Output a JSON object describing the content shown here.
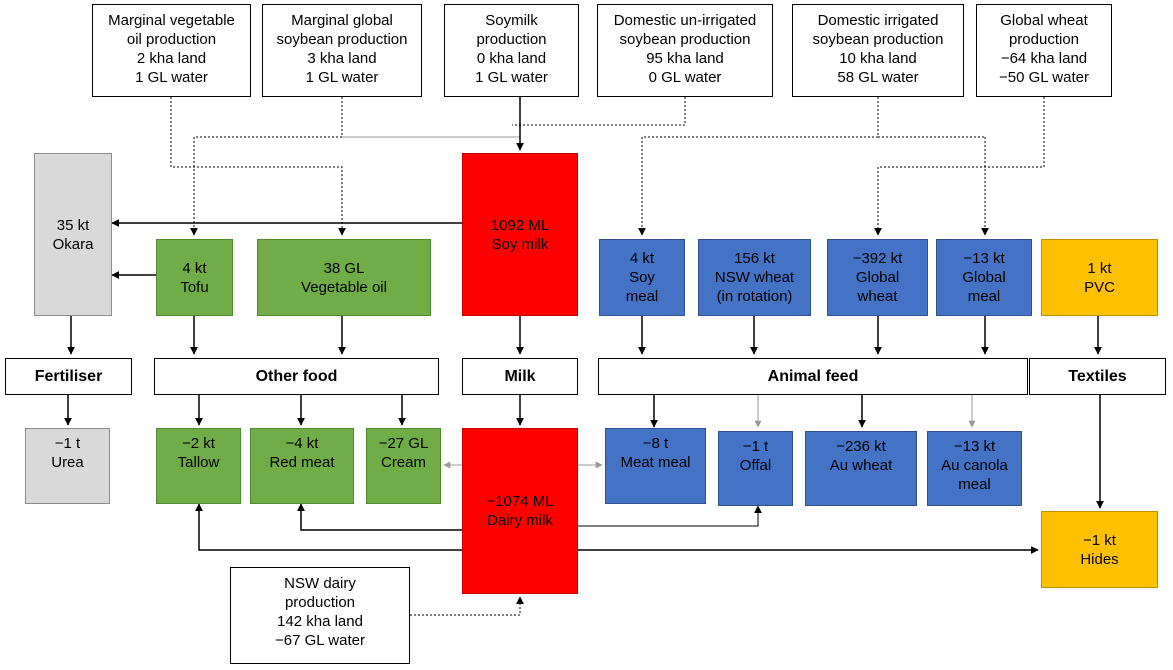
{
  "sources": {
    "marginal_veg_oil": {
      "lines": [
        "Marginal vegetable",
        "oil production",
        "2 kha land",
        "1 GL water"
      ]
    },
    "marginal_soybean": {
      "lines": [
        "Marginal global",
        "soybean production",
        "3 kha land",
        "1 GL water"
      ]
    },
    "soymilk": {
      "lines": [
        "Soymilk",
        "production",
        "0 kha land",
        "1 GL water"
      ]
    },
    "domestic_unirrigated": {
      "lines": [
        "Domestic un-irrigated",
        "soybean production",
        "95 kha land",
        "0 GL water"
      ]
    },
    "domestic_irrigated": {
      "lines": [
        "Domestic irrigated",
        "soybean production",
        "10 kha land",
        "58 GL water"
      ]
    },
    "global_wheat": {
      "lines": [
        "Global wheat",
        "production",
        "−64 kha land",
        "−50 GL water"
      ]
    },
    "nsw_dairy": {
      "lines": [
        "NSW dairy",
        "production",
        "142 kha land",
        "−67 GL water"
      ]
    }
  },
  "products": {
    "okara": {
      "lines": [
        "35 kt",
        "Okara"
      ]
    },
    "tofu": {
      "lines": [
        "4 kt",
        "Tofu"
      ]
    },
    "veg_oil": {
      "lines": [
        "38 GL",
        "Vegetable oil"
      ]
    },
    "soy_milk": {
      "lines": [
        "1092 ML",
        "Soy milk"
      ]
    },
    "soy_meal": {
      "lines": [
        "4 kt",
        "Soy",
        "meal"
      ]
    },
    "nsw_wheat": {
      "lines": [
        "156 kt",
        "NSW wheat",
        "(in rotation)"
      ]
    },
    "global_wheat_feed": {
      "lines": [
        "−392 kt",
        "Global",
        "wheat"
      ]
    },
    "global_meal": {
      "lines": [
        "−13 kt",
        "Global",
        "meal"
      ]
    },
    "pvc": {
      "lines": [
        "1 kt",
        "PVC"
      ]
    },
    "urea": {
      "lines": [
        "−1 t",
        "Urea"
      ]
    },
    "tallow": {
      "lines": [
        "−2 kt",
        "Tallow"
      ]
    },
    "red_meat": {
      "lines": [
        "−4 kt",
        "Red meat"
      ]
    },
    "cream": {
      "lines": [
        "−27 GL",
        "Cream"
      ]
    },
    "dairy_milk": {
      "lines": [
        "−1074 ML",
        "Dairy milk"
      ]
    },
    "meat_meal": {
      "lines": [
        "−8 t",
        "Meat meal"
      ]
    },
    "offal": {
      "lines": [
        "−1 t",
        "Offal"
      ]
    },
    "au_wheat": {
      "lines": [
        "−236 kt",
        "Au wheat"
      ]
    },
    "au_canola": {
      "lines": [
        "−13 kt",
        "Au canola",
        "meal"
      ]
    },
    "hides": {
      "lines": [
        "−1 kt",
        "Hides"
      ]
    }
  },
  "categories": {
    "fertiliser": "Fertiliser",
    "other_food": "Other food",
    "milk": "Milk",
    "animal_feed": "Animal feed",
    "textiles": "Textiles"
  },
  "colors": {
    "soy_product": "#70ad47",
    "milk": "#ff0000",
    "feed": "#4472c4",
    "textile": "#ffc000",
    "fertiliser": "#d9d9d9"
  }
}
